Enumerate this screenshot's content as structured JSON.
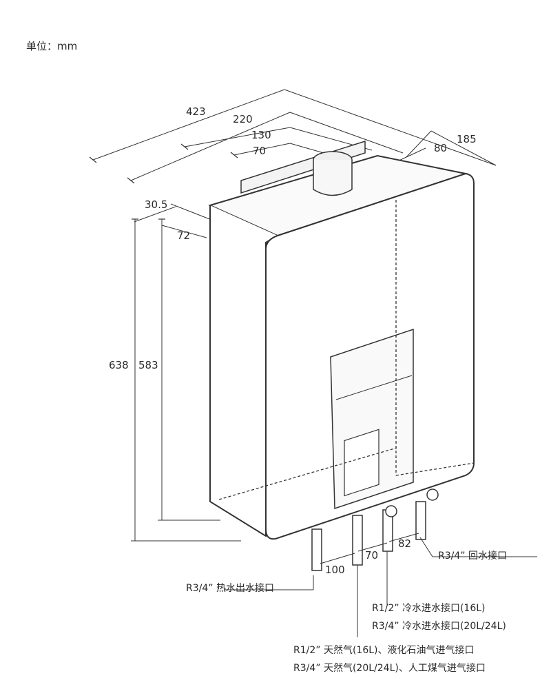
{
  "unit_label": "单位：mm",
  "dimensions": {
    "width_423": "423",
    "width_220": "220",
    "width_130": "130",
    "width_70": "70",
    "depth_185": "185",
    "depth_80": "80",
    "offset_30_5": "30.5",
    "offset_72": "72",
    "height_638": "638",
    "height_583": "583",
    "pipe_100": "100",
    "pipe_70": "70",
    "pipe_82": "82"
  },
  "labels": {
    "return_water": "R3/4”  回水接口",
    "hot_water_out": "R3/4”   热水出水接口",
    "cold_in_16": "R1/2” 冷水进水接口(16L)",
    "cold_in_20_24": "R3/4” 冷水进水接口(20L/24L)",
    "gas_16": "R1/2” 天然气(16L)、液化石油气进气接口",
    "gas_20_24": "R3/4” 天然气(20L/24L)、人工煤气进气接口"
  }
}
